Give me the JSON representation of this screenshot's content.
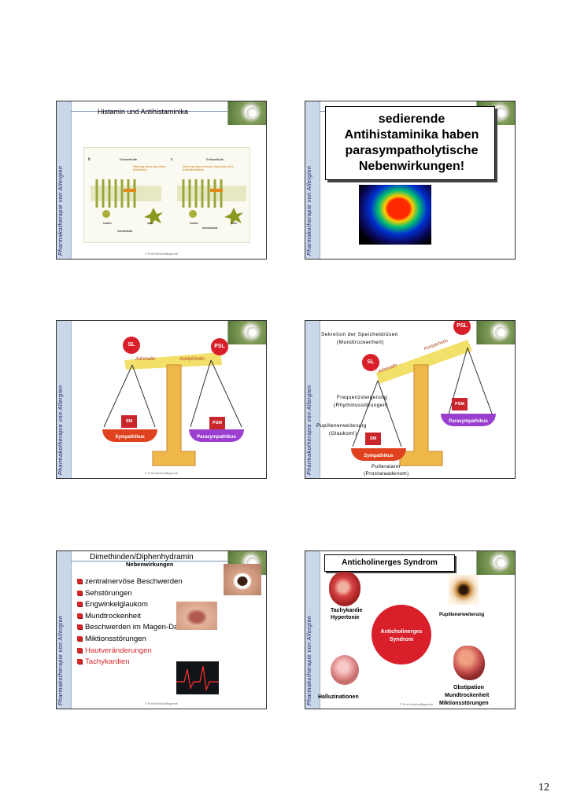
{
  "sidebar_label": "Pharmakotherapie von Allergien",
  "copyright": "© Prof.Hinrichs/Bayreuth",
  "page_number": "12",
  "slides": {
    "s1": {
      "title": "Histamin und Antihistaminika",
      "fig_a": "b",
      "fig_c": "c",
      "extrazell": "Extrazellulär",
      "intrazell": "Intrazellulär",
      "wirkung_left": "Wirkung eines Agonisten (Histamin)",
      "wirkung_right": "Wirkung eines inversen Agonisten (H1-Antihistaminika)",
      "inaktiv": "Inaktiv",
      "aktiv": "Aktiv"
    },
    "s2": {
      "title": "sedierende Antihistaminika haben parasympatholytische Nebenwirkungen!"
    },
    "s3": {
      "sl": "SL",
      "psl": "PSL",
      "adrenalin": "Adrenalin",
      "acetylcholin": "Acetylcholin",
      "sm": "SM",
      "psm": "PSM",
      "sympathikus": "Sympathikus",
      "parasympathikus": "Parasympathikus"
    },
    "s4": {
      "speichel": "Sekretion der Speicheldrüsen",
      "mundtrocken": "(Mundtrockenheit)",
      "psl": "PSL",
      "sl": "SL",
      "acetylcholin": "Acetylcholin",
      "adrenalin": "Adrenalin",
      "frequenz": "Frequenzsteigerung",
      "rhythmus": "(Rhythmusstörungen)",
      "pupille": "Pupillenerweiterung",
      "glaukom": "(Glaukom!)",
      "psm": "PSM",
      "sm": "SM",
      "parasympathikus": "Parasympathikus",
      "sympathikus": "Sympathikus",
      "pulleralarm": "Pulleralarm",
      "prostata": "(Prostataadenom)"
    },
    "s5": {
      "title": "Dimethinden/Diphenhydramin",
      "subtitle": "Nebenwirkungen",
      "items": [
        "zentralnervöse Beschwerden",
        "Sehstörungen",
        "Engwinkelglaukom",
        "Mundtrockenheit",
        "Beschwerden im Magen-Darm-Trakt",
        "Miktionsstörungen"
      ],
      "items_red": [
        "Hautveränderungen",
        "Tachykardien"
      ]
    },
    "s6": {
      "title": "Anticholinerges Syndrom",
      "tachy": "Tachykardie",
      "hyper": "Hypertonie",
      "pupille": "Pupillenerweiterung",
      "center1": "Anticholinerges",
      "center2": "Syndrom",
      "halluz": "Halluzinationen",
      "obst": "Obstipation",
      "mund": "Mundtrockenheit",
      "mikt": "Miktionsstörungen"
    }
  },
  "colors": {
    "accent_red": "#d81f2a",
    "pan_red": "#e0421f",
    "pan_purple": "#9b3fd0",
    "stand_orange": "#f0b84a"
  }
}
